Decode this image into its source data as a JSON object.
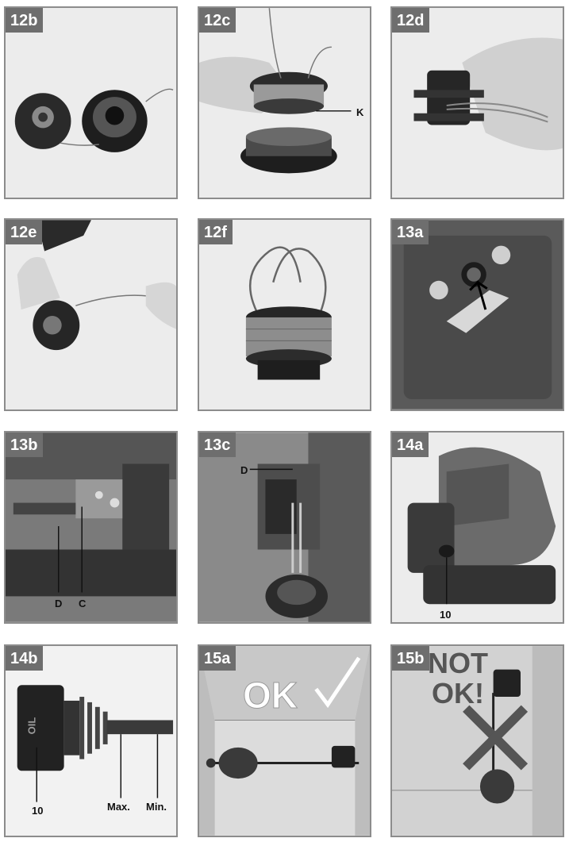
{
  "panels": [
    {
      "id": "12b",
      "label": "12b"
    },
    {
      "id": "12c",
      "label": "12c",
      "callouts": [
        "K"
      ]
    },
    {
      "id": "12d",
      "label": "12d"
    },
    {
      "id": "12e",
      "label": "12e"
    },
    {
      "id": "12f",
      "label": "12f"
    },
    {
      "id": "13a",
      "label": "13a"
    },
    {
      "id": "13b",
      "label": "13b",
      "callouts": [
        "D",
        "C"
      ]
    },
    {
      "id": "13c",
      "label": "13c",
      "callouts": [
        "D"
      ]
    },
    {
      "id": "14a",
      "label": "14a",
      "callouts": [
        "10"
      ]
    },
    {
      "id": "14b",
      "label": "14b",
      "callouts": [
        "10",
        "Max.",
        "Min."
      ],
      "cap_text": "OIL"
    },
    {
      "id": "15a",
      "label": "15a",
      "sign": "OK"
    },
    {
      "id": "15b",
      "label": "15b",
      "sign_lines": [
        "NOT",
        "OK!"
      ]
    }
  ],
  "colors": {
    "tag_bg": "#6e6e6e",
    "border": "#8c8c8c",
    "photo_bg": "#e9e9e9"
  }
}
